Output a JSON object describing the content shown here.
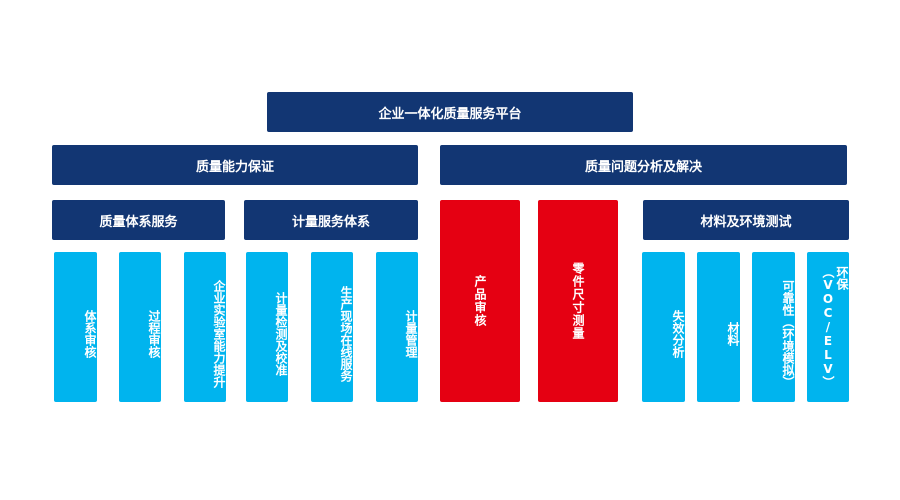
{
  "title": "企业一体化质量服务平台",
  "level1": {
    "assurance": "质量能力保证",
    "problem": "质量问题分析及解决"
  },
  "level2": {
    "quality_system": "质量体系服务",
    "metrology_system": "计量服务体系",
    "materials_env": "材料及环境测试"
  },
  "leaves": {
    "system_audit": "体系审核",
    "process_audit": "过程审核",
    "lab_capability": "企业实验室能力提升",
    "calibration": "计量检测及校准",
    "onsite_service": "生产现场在线服务",
    "metrology_mgmt": "计量管理",
    "product_audit": "产品审核",
    "part_dimension": "零件尺寸测量",
    "failure_analysis": "失效分析",
    "materials": "材料",
    "reliability": "可靠性（环境模拟）",
    "environmental": "环保（VOC/ELV）"
  },
  "colors": {
    "navy": "#123673",
    "light_blue": "#00b4ee",
    "red": "#e50012"
  }
}
